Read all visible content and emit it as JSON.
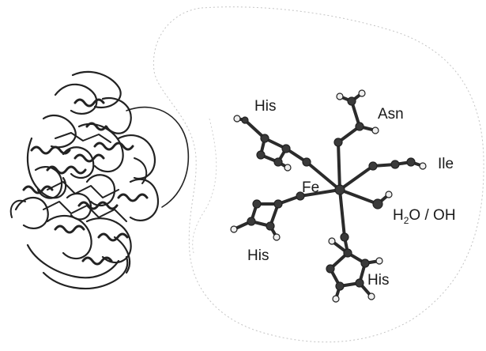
{
  "labels": {
    "his_top": "His",
    "asn": "Asn",
    "ile": "Ile",
    "fe": "Fe",
    "water": {
      "h": "H",
      "sub": "2",
      "rest": "O / OH"
    },
    "his_left": "His",
    "his_bottom": "His"
  },
  "icons": {
    "protein": "protein-ribbon-structure",
    "active_site": "iron-active-site-ball-and-stick"
  },
  "colors": {
    "ink": "#1a1a1a",
    "bond": "#2b2b2b",
    "atom": "#3a3a3a",
    "hydrogen": "#eeeeee",
    "guide": "#bdbdbd"
  }
}
